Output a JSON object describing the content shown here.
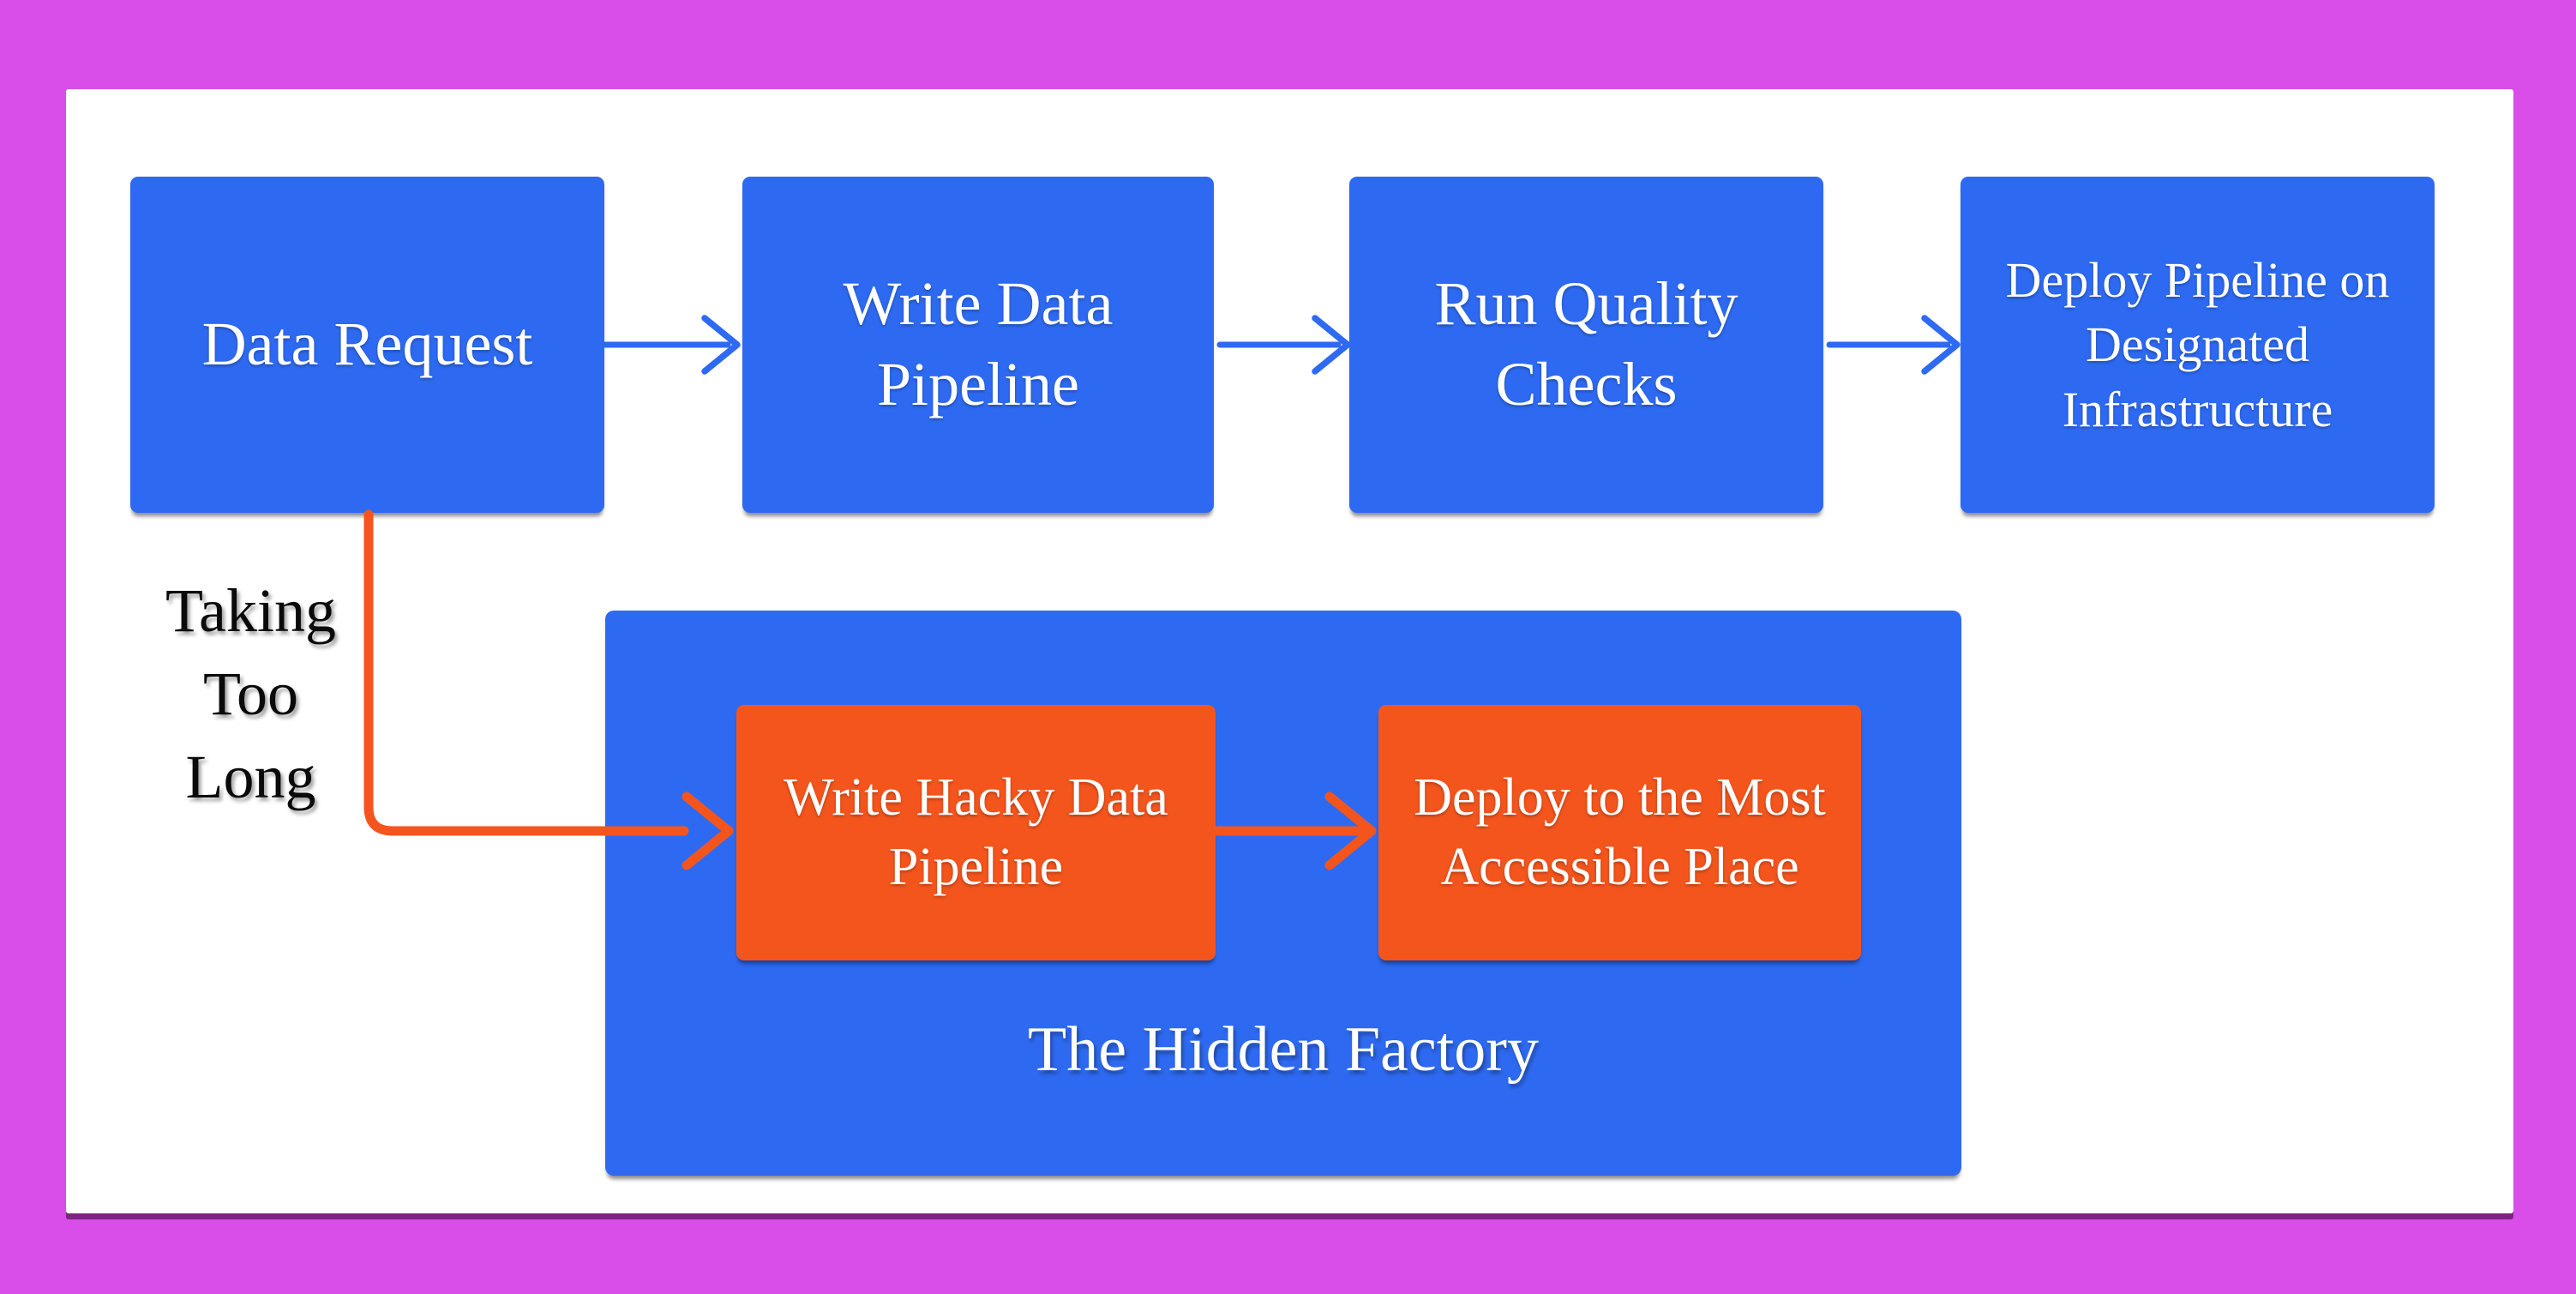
{
  "diagram": {
    "title_hint": "data pipeline flow with hidden factory branch",
    "main_flow": {
      "nodes": [
        {
          "id": "data-request",
          "label": "Data Request"
        },
        {
          "id": "write-data-pipeline",
          "label": "Write Data Pipeline"
        },
        {
          "id": "run-quality-checks",
          "label": "Run Quality Checks"
        },
        {
          "id": "deploy-pipeline-designated-infrastructure",
          "label": "Deploy Pipeline on Designated Infrastructure"
        }
      ],
      "connectors": [
        {
          "from": "data-request",
          "to": "write-data-pipeline",
          "style": "blue-arrow"
        },
        {
          "from": "write-data-pipeline",
          "to": "run-quality-checks",
          "style": "blue-arrow"
        },
        {
          "from": "run-quality-checks",
          "to": "deploy-pipeline-designated-infrastructure",
          "style": "blue-arrow"
        }
      ]
    },
    "branch": {
      "condition_label": "Taking Too Long",
      "container_label": "The Hidden Factory",
      "nodes": [
        {
          "id": "write-hacky-data-pipeline",
          "label": "Write Hacky Data Pipeline"
        },
        {
          "id": "deploy-most-accessible-place",
          "label": "Deploy to the Most Accessible Place"
        }
      ],
      "connectors": [
        {
          "from": "data-request",
          "to": "write-hacky-data-pipeline",
          "style": "orange-elbow-arrow",
          "condition": "Taking Too Long"
        },
        {
          "from": "write-hacky-data-pipeline",
          "to": "deploy-most-accessible-place",
          "style": "orange-arrow"
        }
      ]
    },
    "colors": {
      "background": "#d94de9",
      "canvas": "#ffffff",
      "primary_node_blue": "#2e6af1",
      "branch_node_orange": "#f4551d",
      "node_text": "#ffffff",
      "condition_text": "#0a0a0a"
    }
  }
}
